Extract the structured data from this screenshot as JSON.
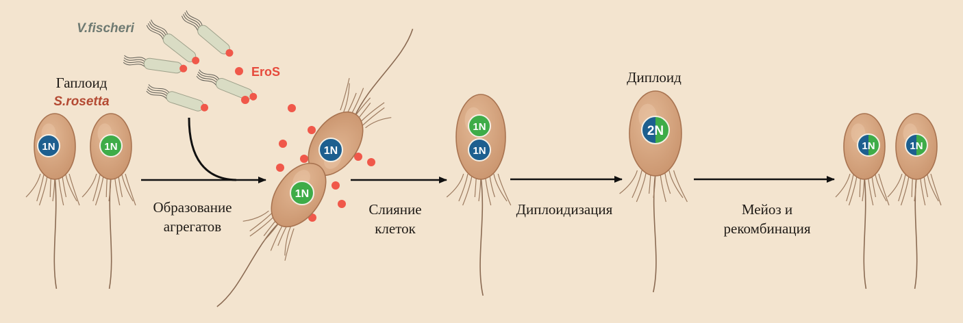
{
  "labels": {
    "haploid": "Гаплоид",
    "species": "S.rosetta",
    "bacteria": "V.fischeri",
    "eros": "EroS",
    "diploid": "Диплоид",
    "step1_line1": "Образование",
    "step1_line2": "агрегатов",
    "step2_line1": "Слияние",
    "step2_line2": "клеток",
    "step3": "Диплоидизация",
    "step4_line1": "Мейоз и",
    "step4_line2": "рекомбинация"
  },
  "nuclei": {
    "haploid_a": "1N",
    "haploid_b": "1N",
    "aggregate_top": "1N",
    "aggregate_bottom": "1N",
    "fused_top": "1N",
    "fused_bottom": "1N",
    "diploid": "2N",
    "recombinant_a": "1N",
    "recombinant_b": "1N"
  },
  "colors": {
    "background": "#f3e4cf",
    "cell_body": "#d3a17d",
    "cell_outline": "#a87350",
    "nucleus_blue": "#1d5f8f",
    "nucleus_green": "#3eac48",
    "eros": "#f0584a",
    "bacteria_body": "#d9dcc4",
    "bacteria_label": "#6e7a72",
    "species_label": "#b44a33"
  }
}
